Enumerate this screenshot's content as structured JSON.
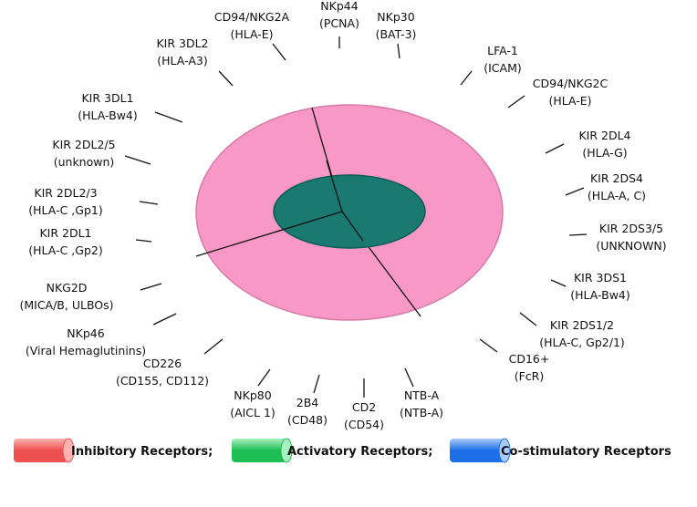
{
  "colors": {
    "inhibitory": "#ee4f4f",
    "inhibitory_light": "#ffb3b0",
    "activatory": "#1fbe54",
    "activatory_light": "#a9f0c2",
    "costimulatory": "#1c6fe6",
    "costimulatory_light": "#a9ccff",
    "disc": "#f898c6",
    "disc_edge": "#d77aa6",
    "core": "#1a7a72",
    "core_edge": "#0d5b55"
  },
  "receptors": [
    {
      "name": "KIR 2DL1",
      "ligand": "(HLA-C ,Gp2)",
      "class": "inhibitory"
    },
    {
      "name": "KIR 2DL2/3",
      "ligand": "(HLA-C ,Gp1)",
      "class": "inhibitory"
    },
    {
      "name": "KIR 2DL2/5",
      "ligand": "(unknown)",
      "class": "inhibitory"
    },
    {
      "name": "KIR 3DL1",
      "ligand": "(HLA-Bw4)",
      "class": "inhibitory"
    },
    {
      "name": "KIR 3DL2",
      "ligand": "(HLA-A3)",
      "class": "inhibitory"
    },
    {
      "name": "CD94/NKG2A",
      "ligand": "(HLA-E)",
      "class": "inhibitory"
    },
    {
      "name": "NKp44",
      "ligand": "(PCNA)",
      "class": "activatory"
    },
    {
      "name": "NKp30",
      "ligand": "(BAT-3)",
      "class": "activatory"
    },
    {
      "name": "LFA-1",
      "ligand": "(ICAM)",
      "class": "activatory"
    },
    {
      "name": "CD94/NKG2C",
      "ligand": "(HLA-E)",
      "class": "activatory"
    },
    {
      "name": "KIR 2DL4",
      "ligand": "(HLA-G)",
      "class": "activatory"
    },
    {
      "name": "KIR 2DS4",
      "ligand": "(HLA-A, C)",
      "class": "activatory"
    },
    {
      "name": "KIR 2DS3/5",
      "ligand": "(UNKNOWN)",
      "class": "activatory"
    },
    {
      "name": "KIR 3DS1",
      "ligand": "(HLA-Bw4)",
      "class": "activatory"
    },
    {
      "name": "KIR 2DS1/2",
      "ligand": "(HLA-C, Gp2/1)",
      "class": "activatory"
    },
    {
      "name": "CD16+",
      "ligand": "(FcR)",
      "class": "activatory"
    },
    {
      "name": "NTB-A",
      "ligand": "(NTB-A)",
      "class": "costimulatory"
    },
    {
      "name": "CD2",
      "ligand": "(CD54)",
      "class": "costimulatory"
    },
    {
      "name": "2B4",
      "ligand": "(CD48)",
      "class": "costimulatory"
    },
    {
      "name": "NKp80",
      "ligand": "(AICL 1)",
      "class": "costimulatory"
    },
    {
      "name": "CD226",
      "ligand": "(CD155, CD112)",
      "class": "costimulatory"
    },
    {
      "name": "NKp46",
      "ligand": "(Viral Hemaglutinins)",
      "class": "costimulatory"
    },
    {
      "name": "NKG2D",
      "ligand": "(MICA/B, ULBOs)",
      "class": "costimulatory"
    }
  ],
  "legend": [
    {
      "label": "Inhibitory Receptors;",
      "class": "inhibitory"
    },
    {
      "label": "Activatory Receptors;",
      "class": "activatory"
    },
    {
      "label": "Co-stimulatory Receptors",
      "class": "costimulatory"
    }
  ]
}
